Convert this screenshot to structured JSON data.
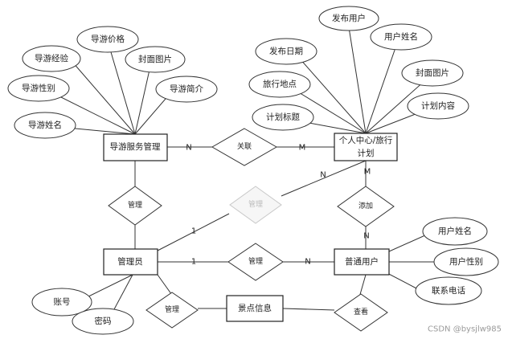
{
  "entities": {
    "guide_service": "导游服务管理",
    "personal_center_line1": "个人中心/旅行",
    "personal_center_line2": "计划",
    "admin": "管理员",
    "user": "普通用户",
    "scenic_info": "景点信息"
  },
  "attributes": {
    "guide_experience": "导游经验",
    "guide_price": "导游价格",
    "guide_cover": "封面图片",
    "guide_gender": "导游性别",
    "guide_intro": "导游简介",
    "guide_name": "导游姓名",
    "publish_user": "发布用户",
    "publish_date": "发布日期",
    "plan_user_name": "用户姓名",
    "travel_place": "旅行地点",
    "plan_cover": "封面图片",
    "plan_title": "计划标题",
    "plan_content": "计划内容",
    "user_name": "用户姓名",
    "user_gender": "用户性别",
    "contact_phone": "联系电话",
    "account": "账号",
    "password": "密码"
  },
  "relationships": {
    "link": "关联",
    "manage_guide": "管理",
    "manage_plan": "管理",
    "add": "添加",
    "manage_user": "管理",
    "manage_scenic": "管理",
    "view": "查看"
  },
  "cardinalities": {
    "guide_link": "N",
    "plan_link": "M",
    "plan_admin": "N",
    "plan_add": "M",
    "user_add": "N",
    "admin_plan": "1",
    "admin_user": "1",
    "user_manage": "N"
  },
  "watermark": "CSDN @bysjlw985"
}
